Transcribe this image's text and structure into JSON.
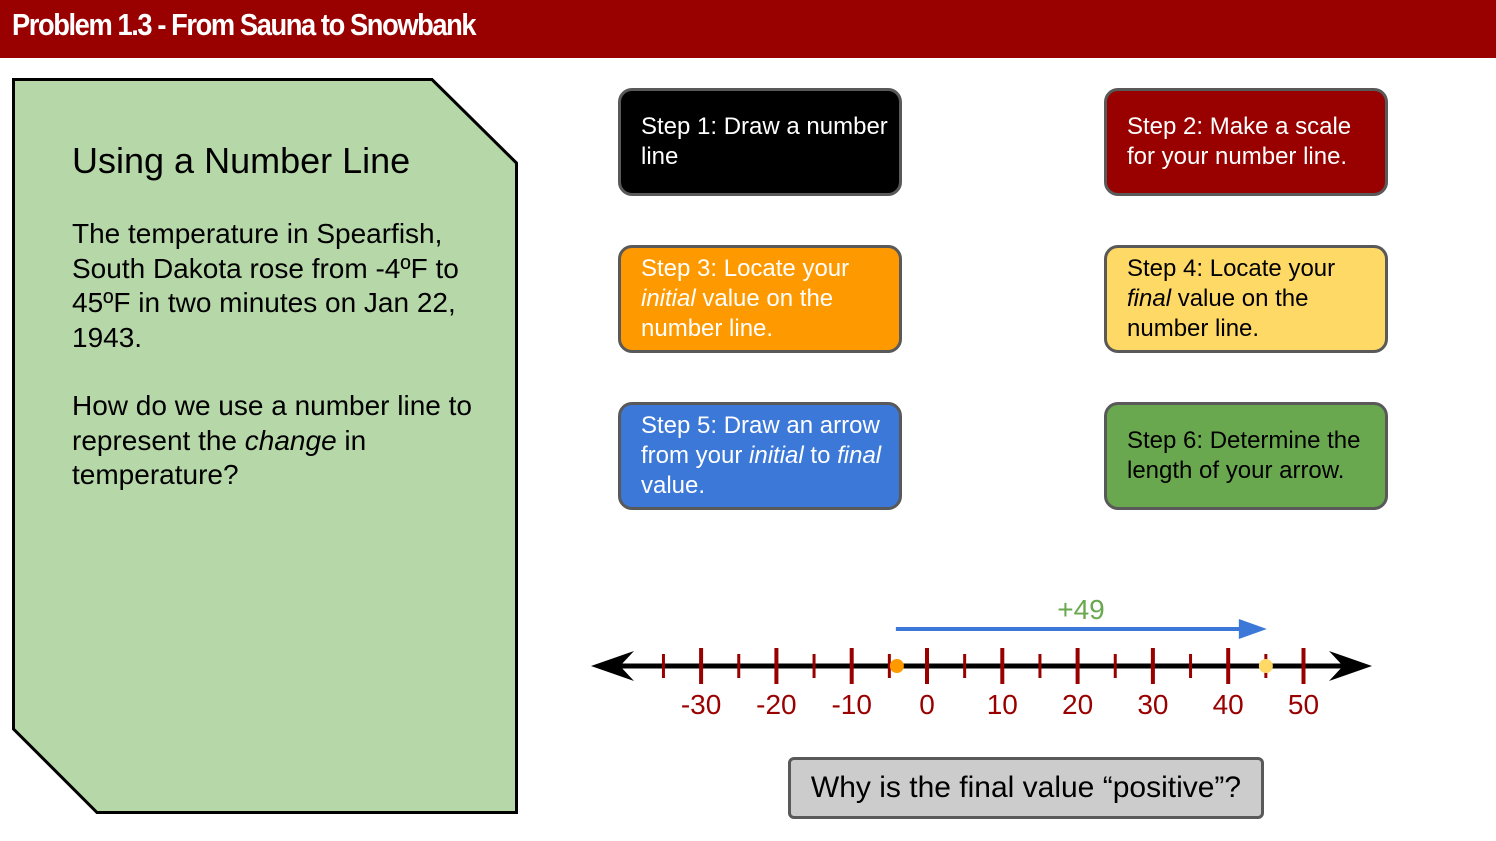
{
  "header": {
    "title": "Problem 1.3 - From Sauna to Snowbank"
  },
  "note": {
    "title": "Using a Number Line",
    "paragraph1": "The temperature in Spearfish, South Dakota rose from -4ºF to 45ºF in two minutes on Jan 22, 1943.",
    "paragraph2": {
      "before": "How do we use a number line to represent the ",
      "emphasis": "change",
      "after": " in temperature?"
    }
  },
  "steps": [
    {
      "id": "step1",
      "parts": [
        {
          "text": "Step 1: Draw a number line"
        }
      ],
      "bg": "#000000",
      "fg": "#ffffff"
    },
    {
      "id": "step2",
      "parts": [
        {
          "text": "Step 2: Make a scale for your number line."
        }
      ],
      "bg": "#990000",
      "fg": "#ffffff"
    },
    {
      "id": "step3",
      "parts": [
        {
          "text": "Step 3: Locate your "
        },
        {
          "text": "initial",
          "italic": true
        },
        {
          "text": " value on the number line."
        }
      ],
      "bg": "#ff9900",
      "fg": "#ffffff"
    },
    {
      "id": "step4",
      "parts": [
        {
          "text": "Step 4: Locate your "
        },
        {
          "text": "final",
          "italic": true
        },
        {
          "text": " value on the number line."
        }
      ],
      "bg": "#ffd966",
      "fg": "#000000"
    },
    {
      "id": "step5",
      "parts": [
        {
          "text": "Step 5: Draw an arrow from your "
        },
        {
          "text": "initial",
          "italic": true
        },
        {
          "text": " to "
        },
        {
          "text": "final",
          "italic": true
        },
        {
          "text": " value."
        }
      ],
      "bg": "#3c78d8",
      "fg": "#ffffff"
    },
    {
      "id": "step6",
      "parts": [
        {
          "text": "Step 6: Determine the length of your arrow."
        }
      ],
      "bg": "#6aa84f",
      "fg": "#000000"
    }
  ],
  "number_line": {
    "labels": [
      "-30",
      "-20",
      "-10",
      "0",
      "10",
      "20",
      "30",
      "40",
      "50"
    ],
    "initial_value": -4,
    "final_value": 45,
    "change_label": "+49",
    "colors": {
      "axis": "#000000",
      "ticks": "#990000",
      "initial_dot": "#ff9900",
      "final_dot": "#ffd966",
      "arrow": "#3c78d8",
      "change_label": "#6aa84f"
    }
  },
  "question": {
    "text": "Why is the final value “positive”?"
  },
  "colors": {
    "header_bg": "#990000",
    "note_bg": "#b6d7a8"
  }
}
